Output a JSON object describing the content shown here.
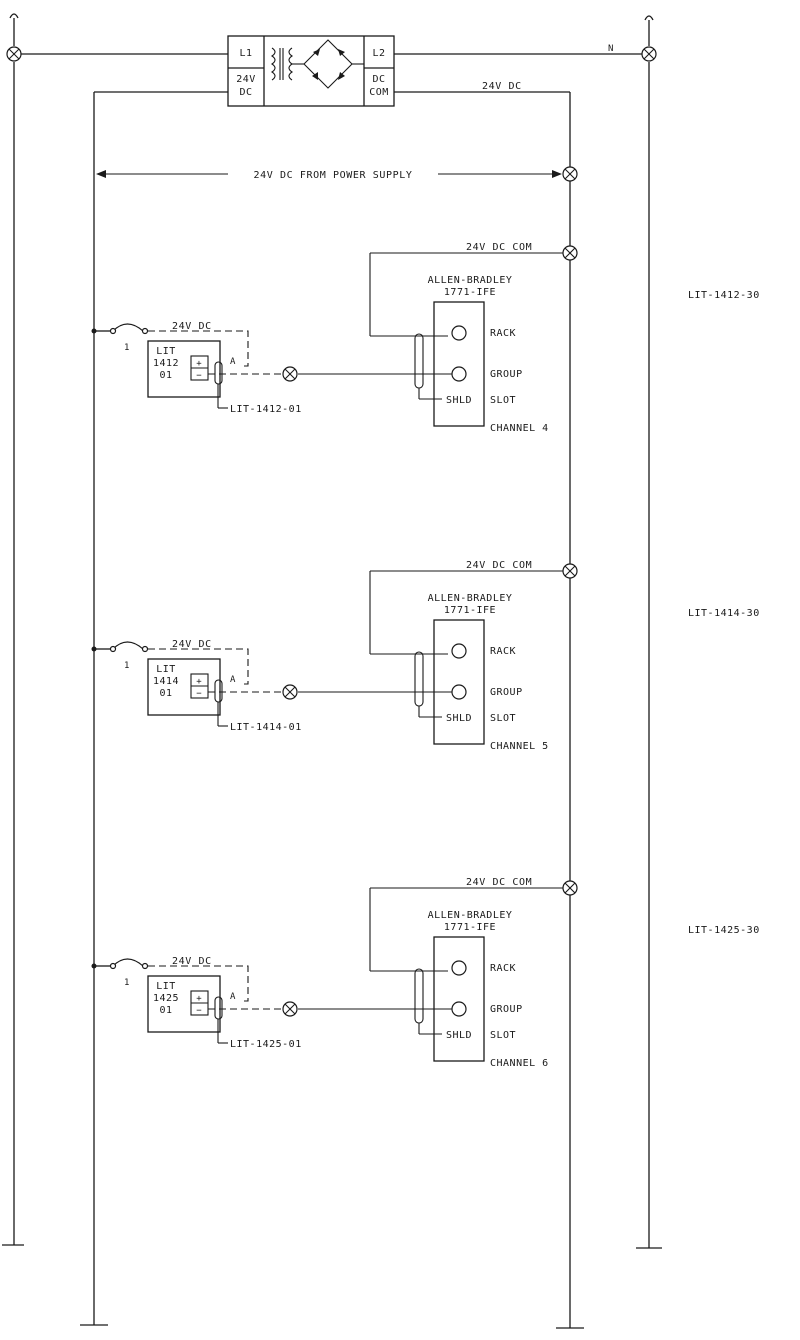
{
  "power_supply": {
    "l1": "L1",
    "l2": "L2",
    "dc_pos": [
      "24V",
      "DC"
    ],
    "dc_com": [
      "DC",
      "COM"
    ],
    "neutral_label": "N",
    "bus_label": "24V DC",
    "arrow_label": "24V DC FROM POWER SUPPLY"
  },
  "loops": [
    {
      "com_label": "24V DC COM",
      "card": [
        "ALLEN-BRADLEY",
        "1771-IFE"
      ],
      "rack": "RACK",
      "group": "GROUP",
      "slot": "SLOT",
      "shld": "SHLD",
      "channel": "CHANNEL 4",
      "supply_label": "24V DC",
      "switch_num": "1",
      "tx": [
        "LIT",
        "1412",
        "01"
      ],
      "plus": "+",
      "minus": "−",
      "a": "A",
      "tx_tag": "LIT-1412-01",
      "loop_tag": "LIT-1412-30"
    },
    {
      "com_label": "24V DC COM",
      "card": [
        "ALLEN-BRADLEY",
        "1771-IFE"
      ],
      "rack": "RACK",
      "group": "GROUP",
      "slot": "SLOT",
      "shld": "SHLD",
      "channel": "CHANNEL 5",
      "supply_label": "24V DC",
      "switch_num": "1",
      "tx": [
        "LIT",
        "1414",
        "01"
      ],
      "plus": "+",
      "minus": "−",
      "a": "A",
      "tx_tag": "LIT-1414-01",
      "loop_tag": "LIT-1414-30"
    },
    {
      "com_label": "24V DC COM",
      "card": [
        "ALLEN-BRADLEY",
        "1771-IFE"
      ],
      "rack": "RACK",
      "group": "GROUP",
      "slot": "SLOT",
      "shld": "SHLD",
      "channel": "CHANNEL 6",
      "supply_label": "24V DC",
      "switch_num": "1",
      "tx": [
        "LIT",
        "1425",
        "01"
      ],
      "plus": "+",
      "minus": "−",
      "a": "A",
      "tx_tag": "LIT-1425-01",
      "loop_tag": "LIT-1425-30"
    }
  ]
}
